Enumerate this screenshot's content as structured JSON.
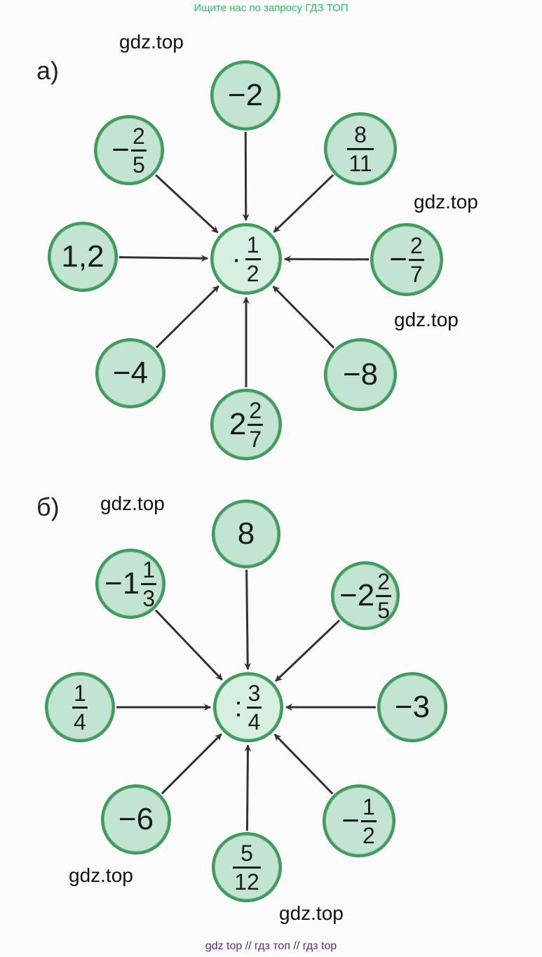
{
  "header": {
    "text": "Ищите нас по запросу ГДЗ ТОП"
  },
  "footer": {
    "text": "gdz top  //  гдз топ  //  гдз top"
  },
  "watermark": "gdz.top",
  "diagram_a": {
    "label": "а)",
    "center": {
      "op": "·",
      "num": "1",
      "den": "2"
    },
    "nodes": {
      "top": {
        "text": "−2"
      },
      "top_left": {
        "sign": "−",
        "num": "2",
        "den": "5"
      },
      "top_right": {
        "num": "8",
        "den": "11"
      },
      "left": {
        "text": "1,2"
      },
      "right": {
        "sign": "−",
        "num": "2",
        "den": "7"
      },
      "bottom_left": {
        "text": "−4"
      },
      "bottom": {
        "whole": "2",
        "num": "2",
        "den": "7"
      },
      "bottom_right": {
        "text": "−8"
      }
    }
  },
  "diagram_b": {
    "label": "б)",
    "center": {
      "op": ":",
      "num": "3",
      "den": "4"
    },
    "nodes": {
      "top": {
        "text": "8"
      },
      "top_left": {
        "whole": "−1",
        "num": "1",
        "den": "3"
      },
      "top_right": {
        "whole": "−2",
        "num": "2",
        "den": "5"
      },
      "left": {
        "num": "1",
        "den": "4"
      },
      "right": {
        "text": "−3"
      },
      "bottom_left": {
        "text": "−6"
      },
      "bottom": {
        "num": "5",
        "den": "12"
      },
      "bottom_right": {
        "sign": "−",
        "num": "1",
        "den": "2"
      }
    }
  },
  "colors": {
    "node_fill": "#c3e4d2",
    "node_border": "#3f9a5c",
    "arrow": "#333333",
    "header_text": "#22c55e",
    "footer_text": "#5b2a86"
  }
}
